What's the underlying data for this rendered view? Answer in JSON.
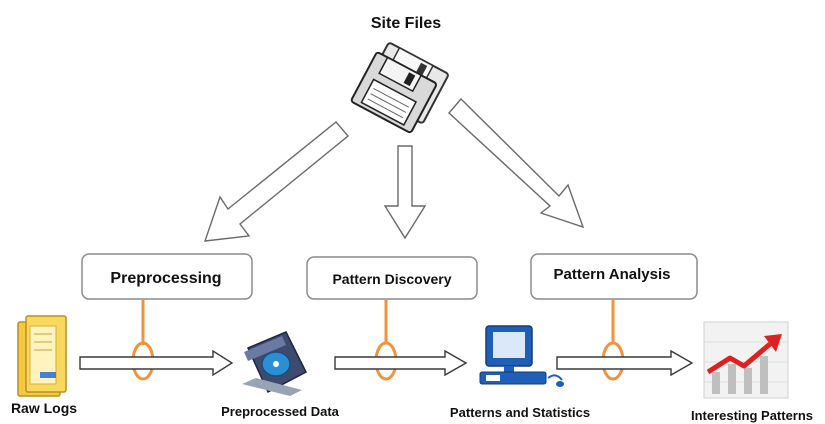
{
  "title": "Site Files",
  "processes": [
    {
      "label": "Preprocessing"
    },
    {
      "label": "Pattern Discovery"
    },
    {
      "label": "Pattern Analysis"
    }
  ],
  "items": [
    {
      "label": "Raw Logs",
      "icon": "folder-icon"
    },
    {
      "label": "Preprocessed Data",
      "icon": "disk-icon"
    },
    {
      "label": "Patterns and Statistics",
      "icon": "computer-icon"
    },
    {
      "label": "Interesting Patterns",
      "icon": "trend-chart-icon"
    }
  ],
  "colors": {
    "connector": "#f2933c",
    "box_border": "#8c8c8c",
    "folder": "#f4c842",
    "computer": "#1f5fb8",
    "trend_arrow": "#e02020"
  }
}
